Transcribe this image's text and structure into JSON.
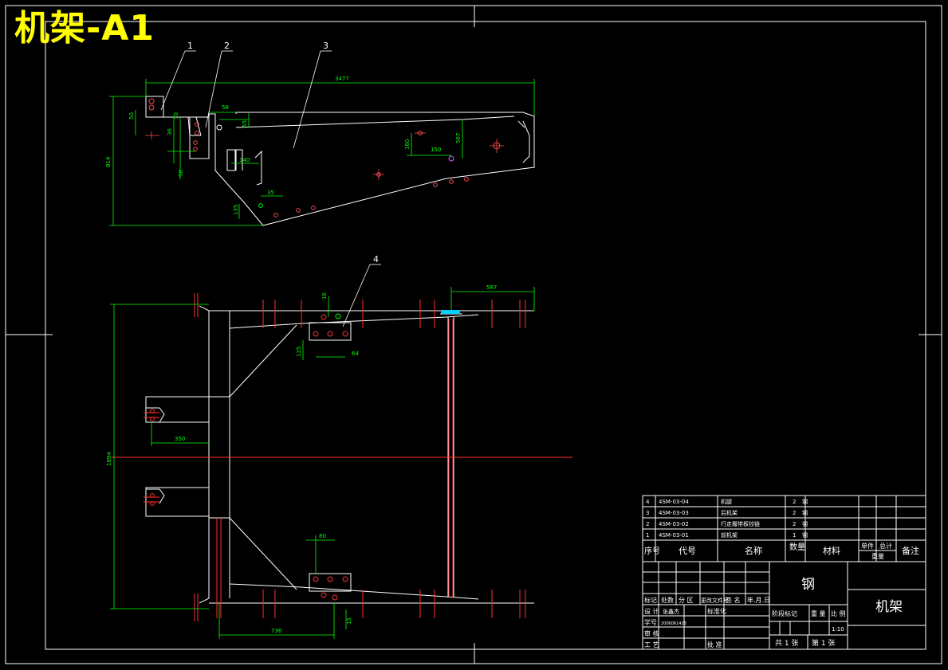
{
  "drawing_title": "机架-A1",
  "balloons": [
    "1",
    "2",
    "3",
    "4"
  ],
  "dimensions": {
    "top_overall": "3477",
    "left_height": "814",
    "d50_left": "50",
    "d36": "36",
    "d30": "30",
    "d50_low": "50",
    "d58": "58",
    "d55": "55",
    "d140": "140",
    "d35": "35",
    "d135": "135",
    "d160": "160",
    "d150": "150",
    "d567": "567",
    "plan_top_right": "587",
    "d16": "16",
    "d125": "125",
    "d64": "64",
    "d350": "350",
    "plan_left_height": "1894",
    "d80": "80",
    "d736": "736",
    "d15": "15"
  },
  "parts_list": {
    "rows": [
      {
        "no": "4",
        "code": "4SM-03-04",
        "name": "机腿",
        "qty": "2",
        "material": "钢"
      },
      {
        "no": "3",
        "code": "4SM-03-03",
        "name": "后机架",
        "qty": "2",
        "material": "钢"
      },
      {
        "no": "2",
        "code": "4SM-03-02",
        "name": "行走履带板铰链",
        "qty": "2",
        "material": "钢"
      },
      {
        "no": "1",
        "code": "4SM-03-01",
        "name": "前机架",
        "qty": "1",
        "material": "钢"
      }
    ],
    "headers": {
      "no": "序号",
      "code": "代号",
      "name": "名称",
      "qty": "数量",
      "material": "材料",
      "unit_weight": "单件",
      "total_weight": "总计",
      "weight": "重量",
      "remark": "备注"
    }
  },
  "title_block": {
    "material": "钢",
    "drawing_name": "机架",
    "rev_mark": "标记",
    "rev_count": "处数",
    "rev_zone": "分 区",
    "rev_doc": "更改文件号",
    "rev_sign": "签 名",
    "rev_date": "年.月.日",
    "design_label": "设 计",
    "designer": "张鑫杰",
    "standardize": "标准化",
    "student_no_label": "学号",
    "student_no": "2006061428",
    "review_label": "审 核",
    "process_label": "工 艺",
    "approve_label": "批 准",
    "stage_mark": "阶段标记",
    "weight_label": "重 量",
    "scale_label": "比 例",
    "scale": "1:10",
    "sheets": "共 1 张",
    "sheet_no": "第 1 张"
  }
}
